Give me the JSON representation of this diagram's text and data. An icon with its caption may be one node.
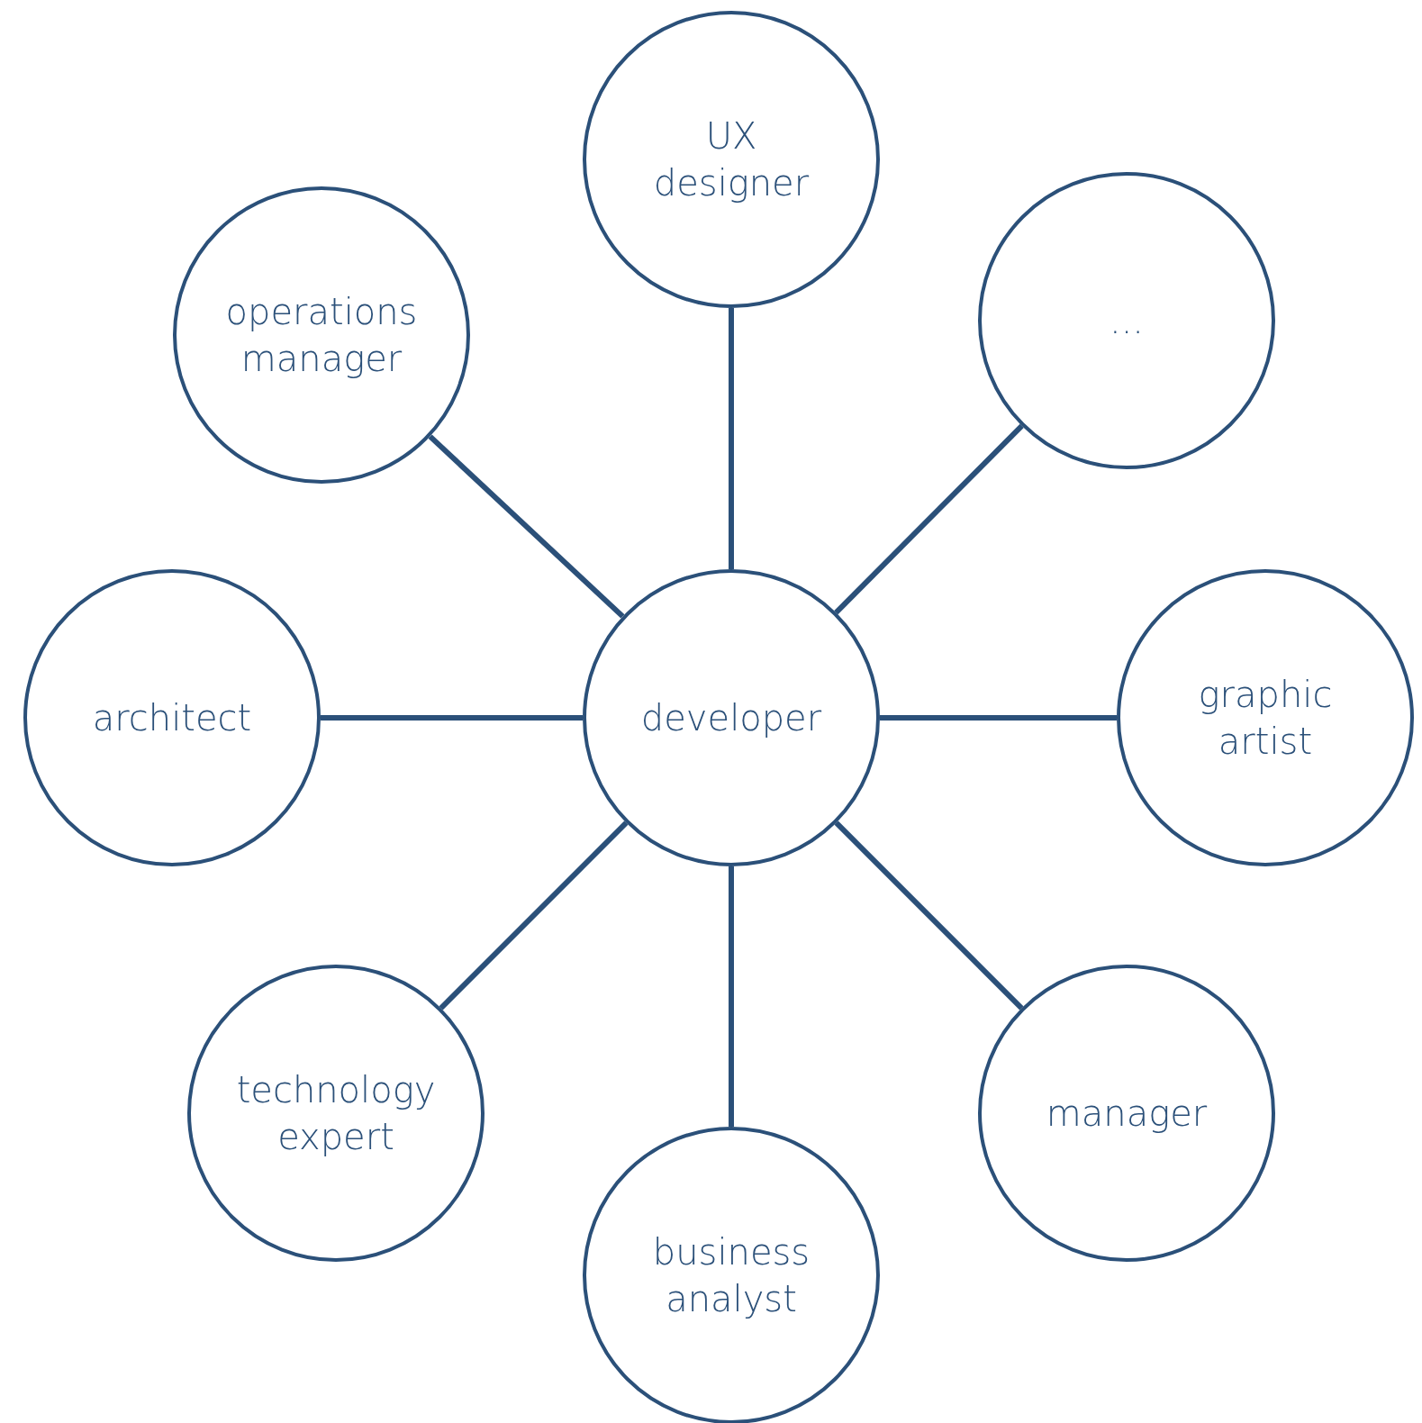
{
  "diagram": {
    "nodes": [
      {
        "text": [
          "UX designer"
        ]
      },
      {
        "text": [
          "..."
        ]
      },
      {
        "text": [
          "operations manager"
        ]
      },
      {
        "text": [
          "architect"
        ]
      },
      {
        "text": [
          "developer"
        ]
      },
      {
        "text": [
          "graphic artist"
        ]
      },
      {
        "text": [
          "technology expert"
        ]
      },
      {
        "text": [
          "manager"
        ]
      },
      {
        "text": [
          "business analyst"
        ]
      }
    ],
    "edges": [
      {
        "from": 4,
        "to": 0,
        "arrow": "none"
      },
      {
        "from": 4,
        "to": 1,
        "arrow": "none"
      },
      {
        "from": 4,
        "to": 2,
        "arrow": "none"
      },
      {
        "from": 4,
        "to": 3,
        "arrow": "none"
      },
      {
        "from": 4,
        "to": 5,
        "arrow": "none"
      },
      {
        "from": 4,
        "to": 6,
        "arrow": "none"
      },
      {
        "from": 4,
        "to": 7,
        "arrow": "none"
      },
      {
        "from": 4,
        "to": 8,
        "arrow": "none"
      }
    ]
  }
}
